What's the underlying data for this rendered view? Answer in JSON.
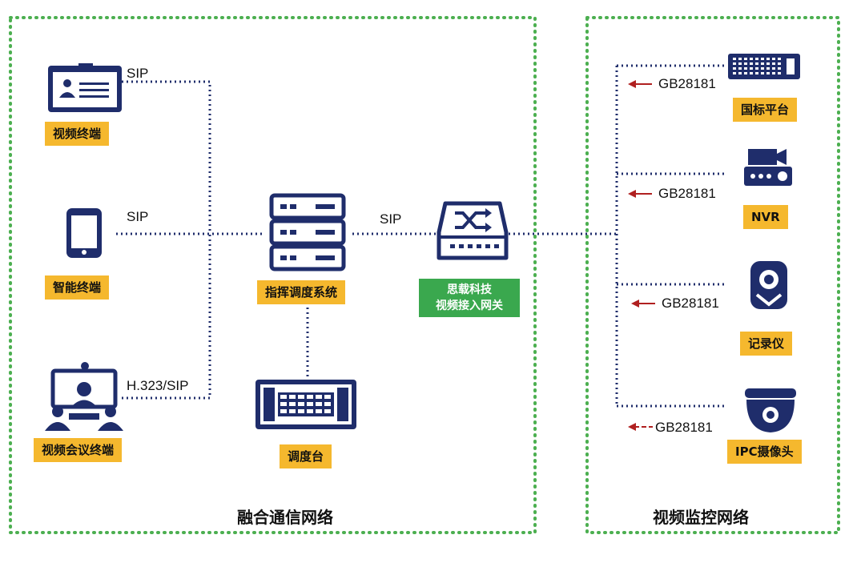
{
  "regions": {
    "left_title": "融合通信网络",
    "right_title": "视频监控网络"
  },
  "nodes": {
    "video_terminal": "视频终端",
    "smart_terminal": "智能终端",
    "video_conf_terminal": "视频会议终端",
    "dispatch_system": "指挥调度系统",
    "dispatch_console": "调度台",
    "gateway_line1": "思载科技",
    "gateway_line2": "视频接入网关",
    "gb_platform": "国标平台",
    "nvr": "NVR",
    "recorder": "记录仪",
    "ipc_camera": "IPC摄像头"
  },
  "protocols": {
    "sip_video_terminal": "SIP",
    "sip_smart_terminal": "SIP",
    "h323_sip": "H.323/SIP",
    "sip_gateway": "SIP",
    "gb_platform": "GB28181",
    "gb_nvr": "GB28181",
    "gb_recorder": "GB28181",
    "gb_ipc": "GB28181"
  },
  "colors": {
    "dashed_border": "#4caf50",
    "link": "#1f2d6b",
    "icon": "#1f2d6b",
    "label_bg": "#f5b82e",
    "gateway_label_bg": "#3aa84e",
    "arrow": "#b02020"
  }
}
